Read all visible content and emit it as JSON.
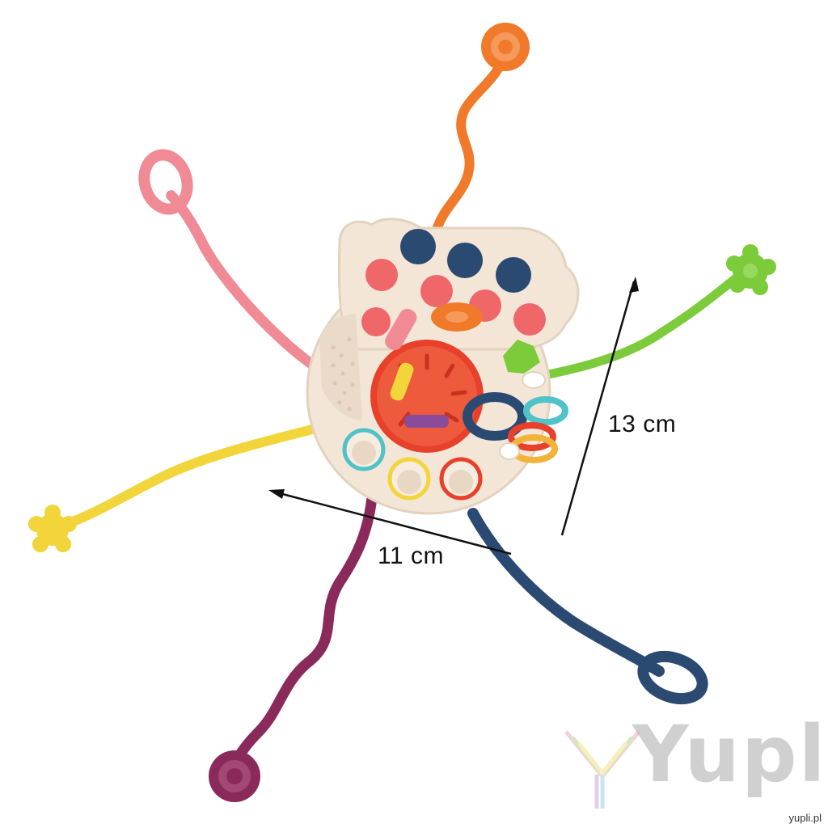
{
  "measurements": {
    "height_label": "13 cm",
    "width_label": "11 cm"
  },
  "brand": {
    "logo_text": "Yupli",
    "url": "yupli.pl"
  },
  "colors": {
    "body": "#F3E6D6",
    "ball": "#E8402A",
    "navy": "#2B4A72",
    "coral": "#F0676A",
    "orange": "#F07A2A",
    "pink": "#F08A95",
    "yellow": "#F2D53A",
    "plum": "#8A2A5A",
    "green": "#7CCB3A",
    "teal": "#4FC3C8"
  }
}
